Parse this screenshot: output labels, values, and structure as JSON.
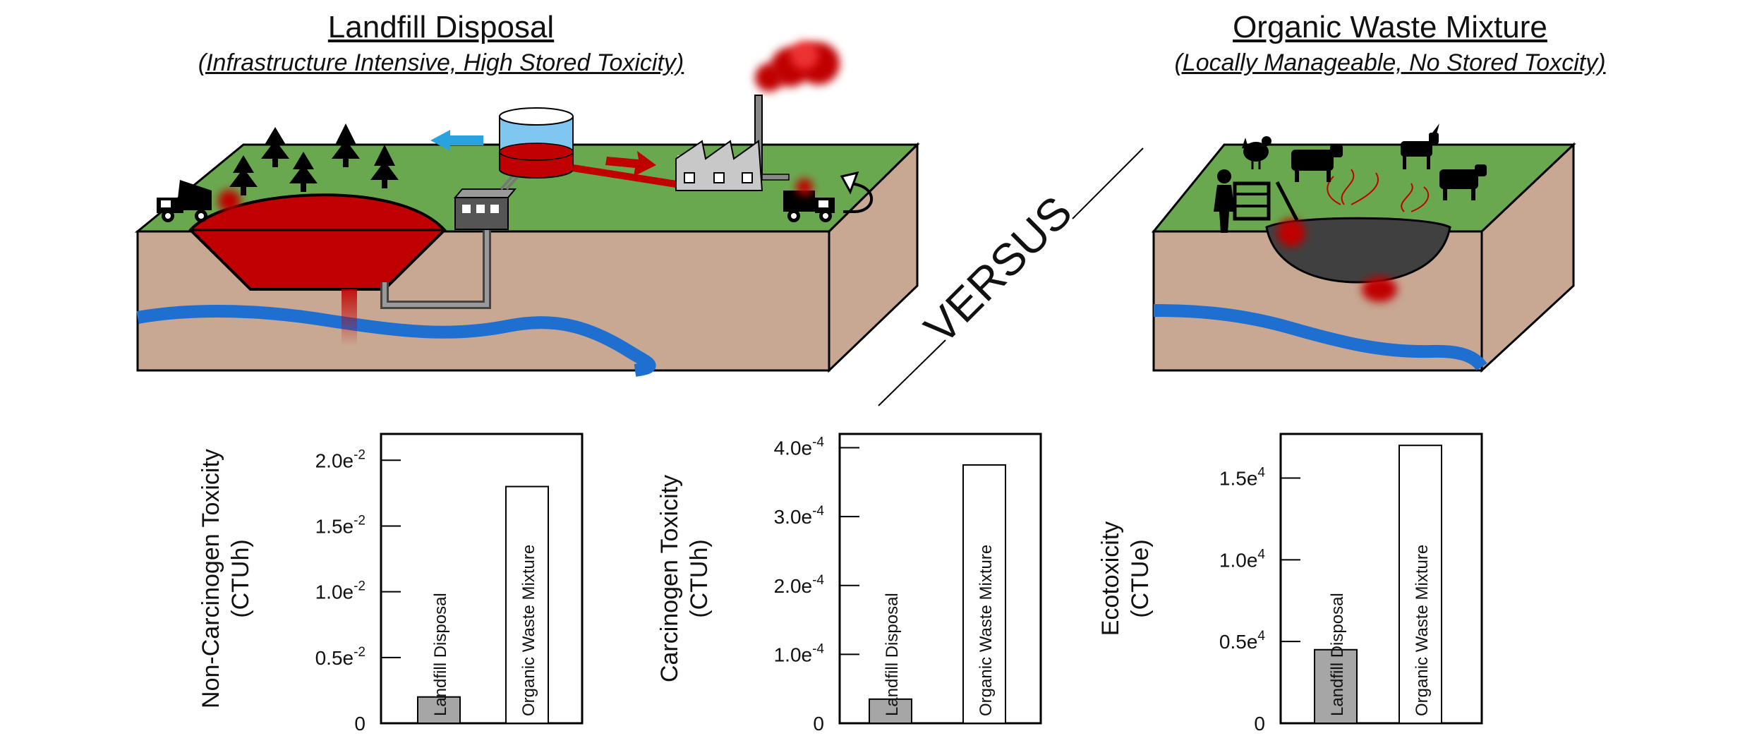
{
  "left_panel": {
    "title": "Landfill Disposal",
    "subtitle": "(Infrastructure Intensive, High Stored Toxicity)"
  },
  "right_panel": {
    "title": "Organic Waste Mixture",
    "subtitle": "(Locally Manageable, No Stored Toxcity)"
  },
  "divider_label": "VERSUS",
  "colors": {
    "grass": "#6aa84f",
    "soil": "#c8a793",
    "contaminant_red": "#c00000",
    "river": "#1f6fd1",
    "pit": "#404040",
    "bar_landfill": "#a6a6a6",
    "bar_organic": "#ffffff"
  },
  "icons": [
    "tree-icon",
    "dump-truck-icon",
    "factory-icon",
    "tank-icon",
    "control-box-icon",
    "worker-icon",
    "rooster-icon",
    "cow-icon",
    "goat-icon",
    "smoke-icon",
    "return-arrow-icon"
  ],
  "chart_data": [
    {
      "type": "bar",
      "categories": [
        "Landfill Disposal",
        "Organic Waste Mixture"
      ],
      "values": [
        0.002,
        0.018
      ],
      "ylabel": "Non-Carcinogen Toxicity (CTUh)",
      "ylabel_lines": [
        "Non-Carcinogen Toxicity",
        "(CTUh)"
      ],
      "ylim": [
        0,
        0.022
      ],
      "ticks": [
        0,
        0.005,
        0.01,
        0.015,
        0.02
      ],
      "tick_labels": [
        {
          "base": "0",
          "exp": ""
        },
        {
          "base": "0.5e",
          "exp": "-2"
        },
        {
          "base": "1.0e",
          "exp": "-2"
        },
        {
          "base": "1.5e",
          "exp": "-2"
        },
        {
          "base": "2.0e",
          "exp": "-2"
        }
      ]
    },
    {
      "type": "bar",
      "categories": [
        "Landfill Disposal",
        "Organic Waste Mixture"
      ],
      "values": 3.5e-05,
      "ylabel": "Carcinogen Toxicity (CTUh)",
      "ylabel_lines": [
        "Carcinogen Toxicity",
        "(CTUh)"
      ],
      "ylim": [
        0,
        0.00042
      ],
      "ticks": [
        0,
        0.0001,
        0.0002,
        0.0003,
        0.0004
      ],
      "tick_labels": [
        {
          "base": "0",
          "exp": ""
        },
        {
          "base": "1.0e",
          "exp": "-4"
        },
        {
          "base": "2.0e",
          "exp": "-4"
        },
        {
          "base": "3.0e",
          "exp": "-4"
        },
        {
          "base": "4.0e",
          "exp": "-4"
        }
      ]
    },
    {
      "type": "bar",
      "categories": [
        "Landfill Disposal",
        "Organic Waste Mixture"
      ],
      "values": [
        4500,
        17000
      ],
      "ylabel": "Ecotoxicity (CTUe)",
      "ylabel_lines": [
        "Ecotoxicity",
        "(CTUe)"
      ],
      "ylim": [
        0,
        17700
      ],
      "ticks": [
        0,
        5000,
        10000,
        15000
      ],
      "tick_labels": [
        {
          "base": "0",
          "exp": ""
        },
        {
          "base": "0.5e",
          "exp": "4"
        },
        {
          "base": "1.0e",
          "exp": "4"
        },
        {
          "base": "1.5e",
          "exp": "4"
        }
      ]
    }
  ]
}
